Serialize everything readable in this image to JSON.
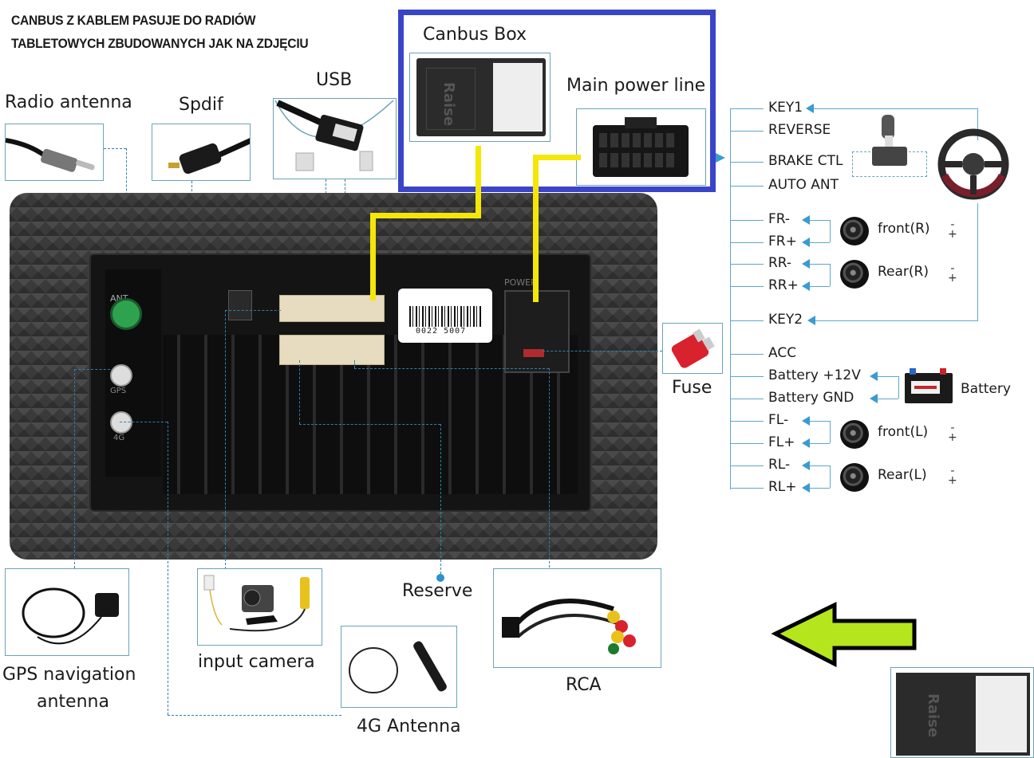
{
  "heading": {
    "line1": "CANBUS Z KABLEM PASUJE DO RADIÓW",
    "line2": "TABLETOWYCH ZBUDOWANYCH JAK NA ZDJĘCIU"
  },
  "components_top": {
    "radio_antenna": "Radio antenna",
    "spdif": "Spdif",
    "usb": "USB",
    "canbus_box": "Canbus Box",
    "main_power_line": "Main power line",
    "fuse": "Fuse"
  },
  "components_bottom": {
    "gps": "GPS navigation antenna",
    "gps_line1": "GPS navigation",
    "gps_line2": "antenna",
    "camera": "input camera",
    "reserve": "Reserve",
    "antenna_4g": "4G Antenna",
    "rca": "RCA"
  },
  "device_labels": {
    "ant": "ANT",
    "gps": "GPS",
    "fourg": "4G",
    "power": "POWER",
    "barcode": "0022 5007",
    "canbus_brand": "Raise"
  },
  "pins": [
    {
      "label": "KEY1"
    },
    {
      "label": "REVERSE"
    },
    {
      "label": "BRAKE CTL"
    },
    {
      "label": "AUTO ANT"
    },
    {
      "label": "FR-"
    },
    {
      "label": "FR+"
    },
    {
      "label": "RR-"
    },
    {
      "label": "RR+"
    },
    {
      "label": "KEY2"
    },
    {
      "label": "ACC"
    },
    {
      "label": "Battery +12V"
    },
    {
      "label": "Battery GND"
    },
    {
      "label": "FL-"
    },
    {
      "label": "FL+"
    },
    {
      "label": "RL-"
    },
    {
      "label": "RL+"
    }
  ],
  "speakers": {
    "front_r": "front(R)",
    "rear_r": "Rear(R)",
    "front_l": "front(L)",
    "rear_l": "Rear(L)",
    "minus": "-",
    "plus": "+"
  },
  "battery_label": "Battery",
  "colors": {
    "highlight_frame": "#3a44c8",
    "yellow_wire": "#f5e60a",
    "leader_line": "#2f7fb0",
    "arrow_fill": "#b5e61d"
  }
}
